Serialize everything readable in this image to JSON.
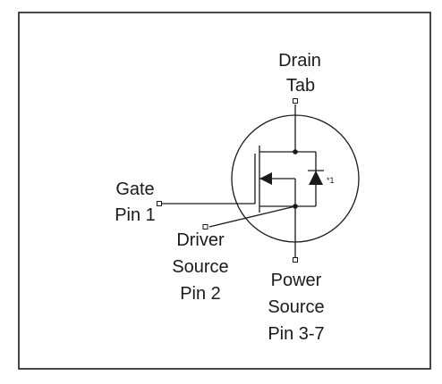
{
  "pins": {
    "drain": {
      "name": "Drain",
      "pin": "Tab"
    },
    "gate": {
      "name": "Gate",
      "pin": "Pin 1"
    },
    "driver_source": {
      "line1": "Driver",
      "line2": "Source",
      "pin": "Pin 2"
    },
    "power_source": {
      "line1": "Power",
      "line2": "Source",
      "pin": "Pin 3-7"
    }
  },
  "diode_note": "*1",
  "symbol": "n-channel-mosfet-kelvin-source",
  "colors": {
    "line": "#1a1a1a",
    "background": "#ffffff"
  }
}
